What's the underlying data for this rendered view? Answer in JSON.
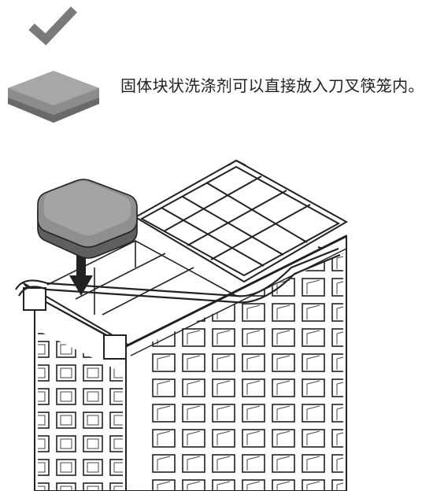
{
  "instruction": {
    "text": "固体块状洗涤剂可以直接放入刀叉筷笼内。",
    "status_icon": "check-icon",
    "status_color": "#7a7a7a"
  },
  "illustration": {
    "subject": "cutlery-basket",
    "object": "detergent-block",
    "arrow": "arrow-down-icon",
    "block_top_color": "#8f8f8f",
    "block_bottom_color": "#666666"
  }
}
